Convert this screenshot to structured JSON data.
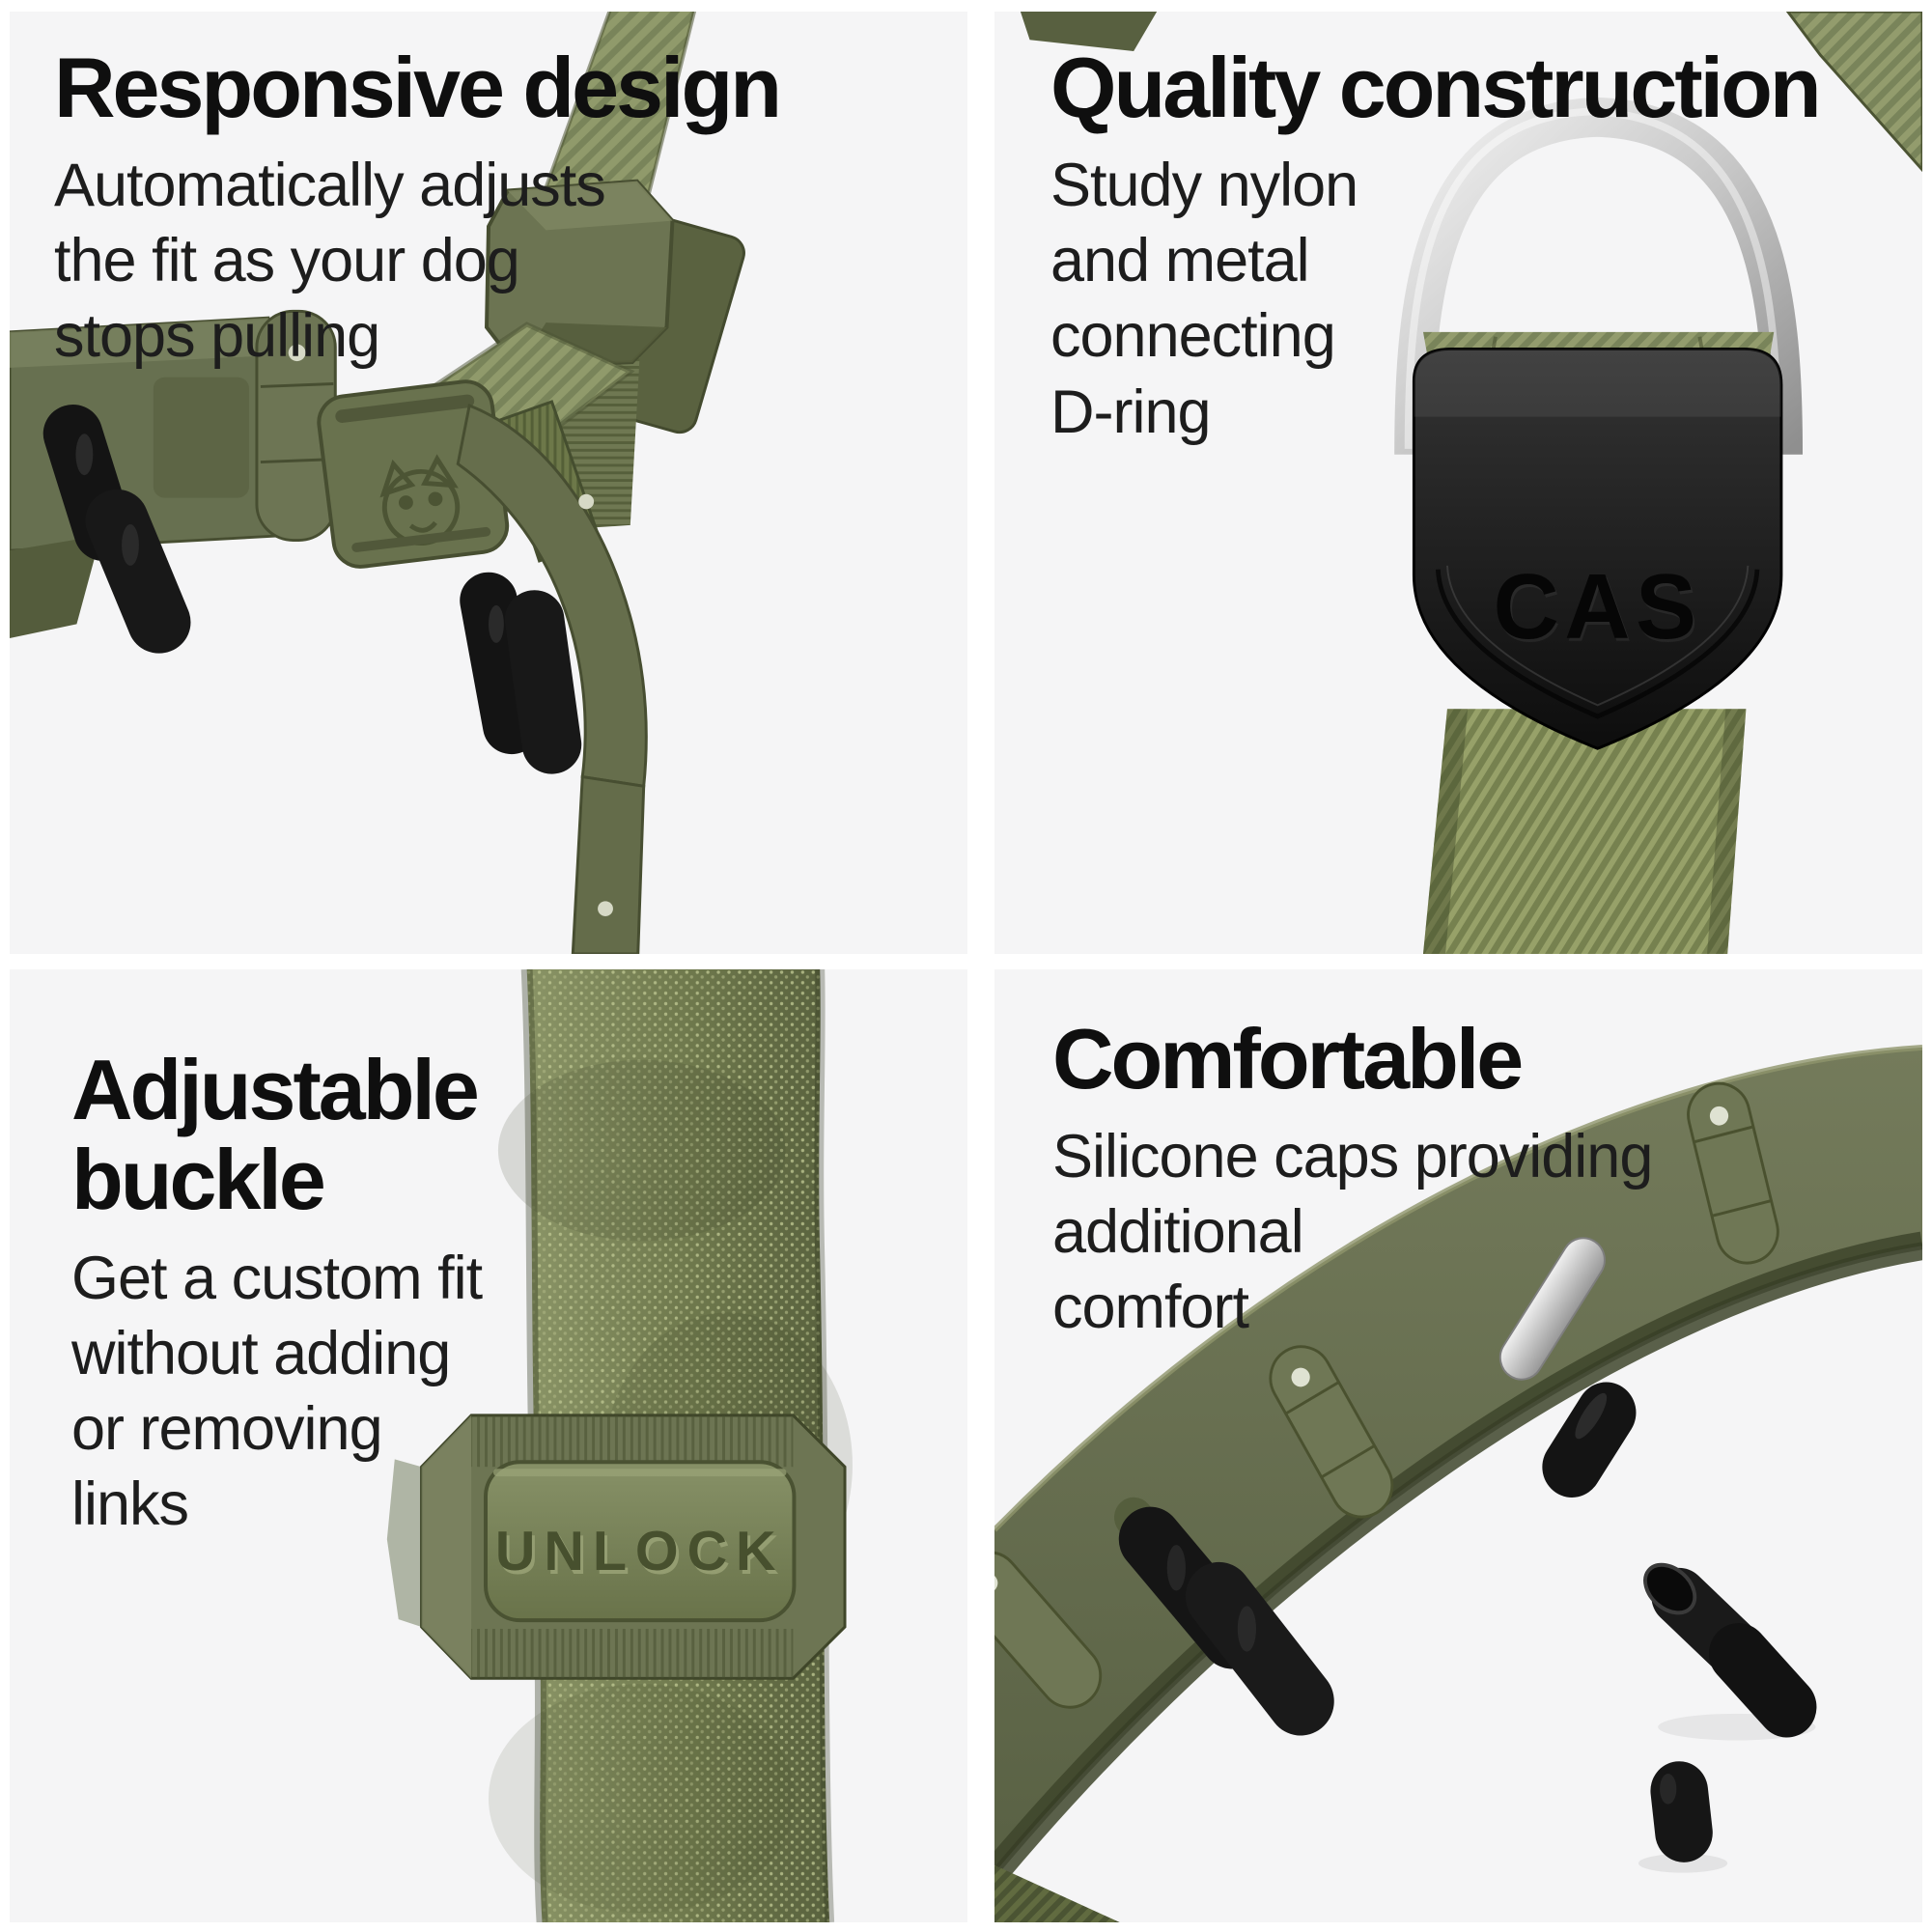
{
  "page": {
    "background": "#ffffff",
    "tile_background": "#f5f5f6",
    "type": "product-feature-infographic",
    "product": "no-pull dog collar with links"
  },
  "colors": {
    "olive_plastic": "#6a7253",
    "olive_webbing": "#7b865a",
    "silicone_black": "#151515",
    "metal_silver": "#c9c9c9",
    "text_primary": "#0f0f0f",
    "text_secondary": "#1d1d1d"
  },
  "quadrants": [
    {
      "id": "responsive-design",
      "title": "Responsive design",
      "body_lines": [
        "Automatically adjusts",
        "the fit as your dog",
        "stops pulling"
      ],
      "photo": "harness-links-and-buckle"
    },
    {
      "id": "quality-construction",
      "title": "Quality construction",
      "body_lines": [
        "Study nylon",
        "and metal",
        "connecting",
        "D-ring"
      ],
      "keeper_logo": "CAS",
      "photo": "metal-d-ring-with-black-keeper"
    },
    {
      "id": "adjustable-buckle",
      "title_lines": [
        "Adjustable",
        "buckle"
      ],
      "body_lines": [
        "Get a custom fit",
        "without adding",
        "or removing",
        "links"
      ],
      "buckle_label": "UNLOCK",
      "photo": "webbing-strap-with-unlock-slider"
    },
    {
      "id": "comfortable",
      "title": "Comfortable",
      "body_lines": [
        "Silicone caps providing",
        "additional",
        "comfort"
      ],
      "photo": "collar-links-with-silicone-caps"
    }
  ]
}
